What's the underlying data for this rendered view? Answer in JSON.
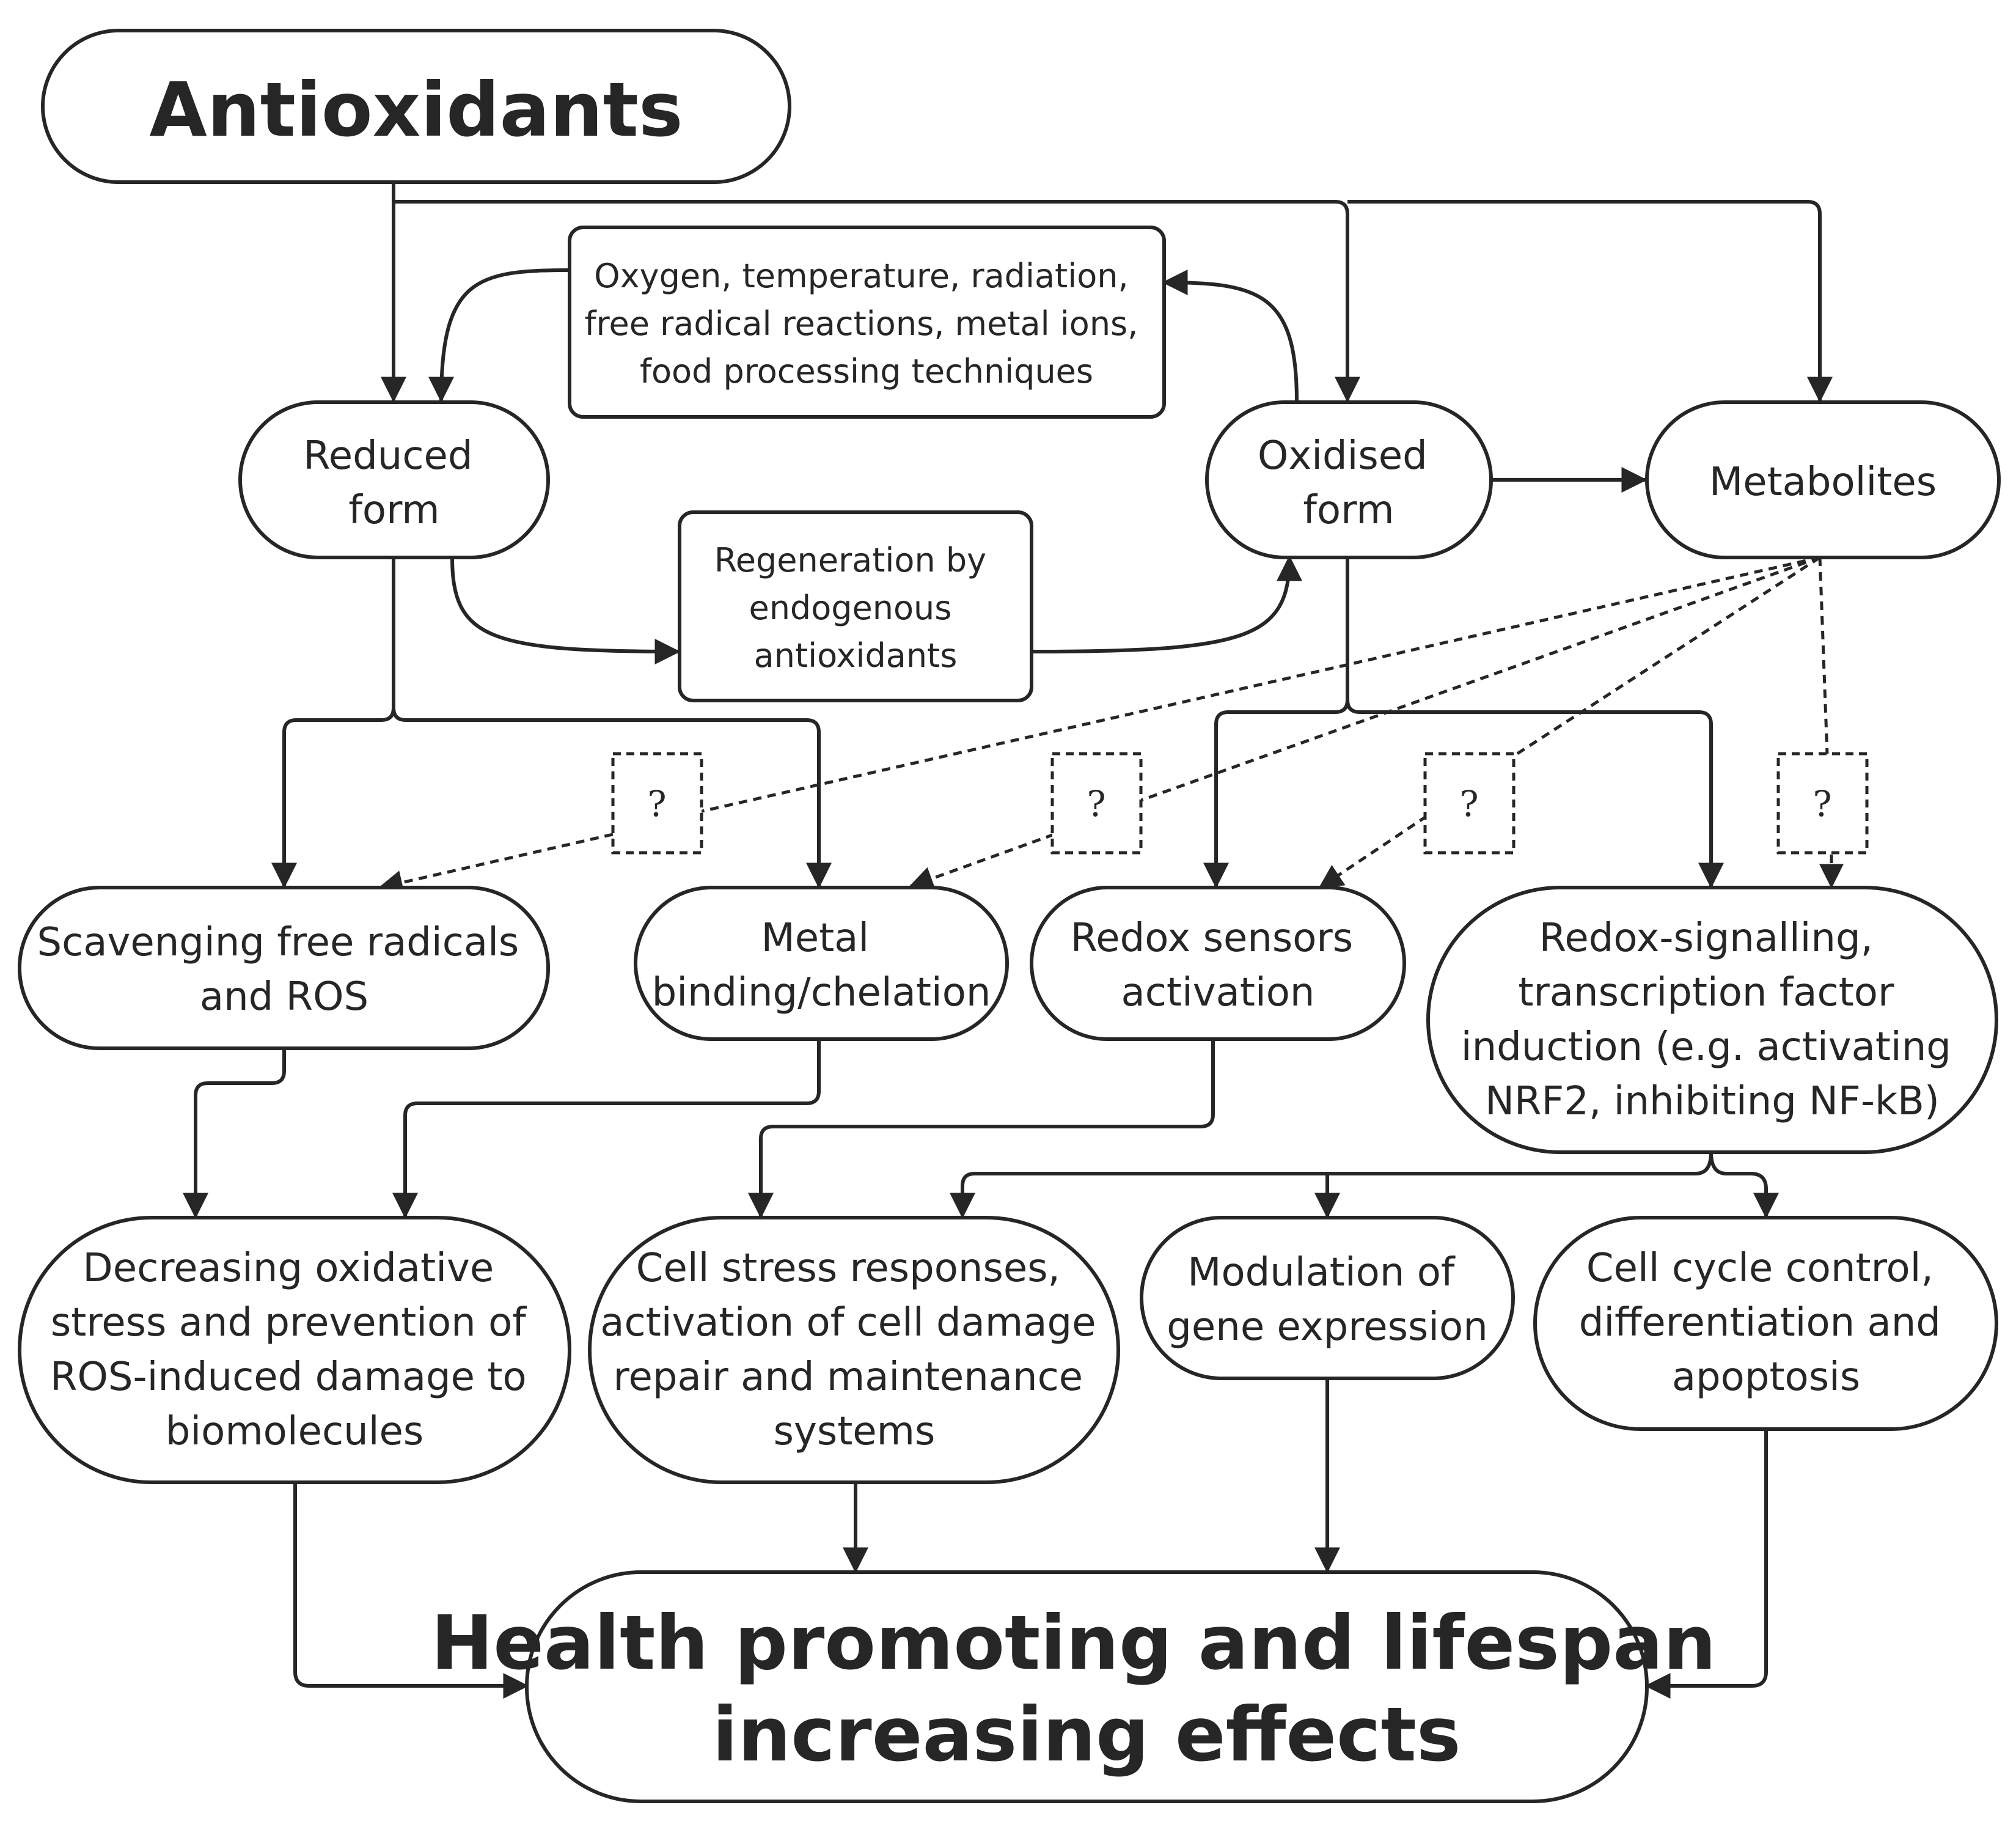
{
  "nodes": {
    "antioxidants": "Antioxidants",
    "factors": [
      "Oxygen, temperature, radiation,",
      "free radical reactions, metal ions,",
      "food processing techniques"
    ],
    "reduced_form": [
      "Reduced",
      "form"
    ],
    "oxidised_form": [
      "Oxidised",
      "form"
    ],
    "metabolites": "Metabolites",
    "regeneration": [
      "Regeneration by",
      "endogenous",
      "antioxidants"
    ],
    "scavenging": [
      "Scavenging free radicals",
      "and ROS"
    ],
    "metal_binding": [
      "Metal",
      "binding/chelation"
    ],
    "redox_sensors": [
      "Redox sensors",
      "activation"
    ],
    "redox_signalling": [
      "Redox-signalling,",
      "transcription factor",
      "induction (e.g. activating",
      "NRF2, inhibiting NF-kB)"
    ],
    "decreasing_stress": [
      "Decreasing oxidative",
      "stress and prevention of",
      "ROS-induced damage to",
      "biomolecules"
    ],
    "cell_stress": [
      "Cell stress responses,",
      "activation of cell damage",
      "repair and maintenance",
      "systems"
    ],
    "gene_expression": [
      "Modulation of",
      "gene expression"
    ],
    "cell_cycle": [
      "Cell cycle control,",
      "differentiation and",
      "apoptosis"
    ],
    "health": [
      "Health promoting and lifespan",
      "increasing effects"
    ]
  },
  "unknown_marker": "?"
}
